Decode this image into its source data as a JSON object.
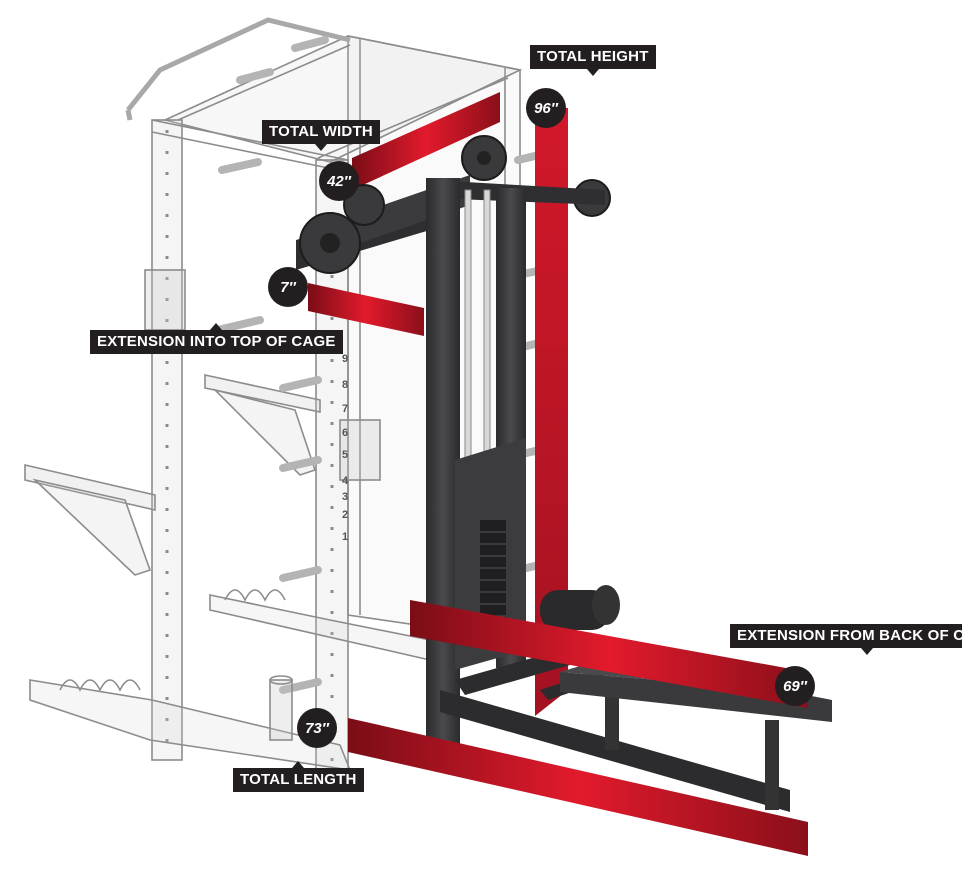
{
  "labels": {
    "total_height": "TOTAL HEIGHT",
    "total_width": "TOTAL WIDTH",
    "extension_top": "EXTENSION INTO TOP OF CAGE",
    "extension_back": "EXTENSION FROM BACK OF CAGE",
    "total_length": "TOTAL LENGTH"
  },
  "values": {
    "total_height": "96″",
    "total_width": "42″",
    "extension_top": "7″",
    "extension_back": "69″",
    "total_length": "73″"
  },
  "colors": {
    "dimension_band": "#c8102e",
    "label_bg": "#231f20",
    "machine": "#3a3a3c",
    "cage_outline": "#8a8a8a"
  },
  "rack_numbers": [
    "9",
    "8",
    "7",
    "6",
    "5",
    "4",
    "3",
    "2",
    "1"
  ]
}
